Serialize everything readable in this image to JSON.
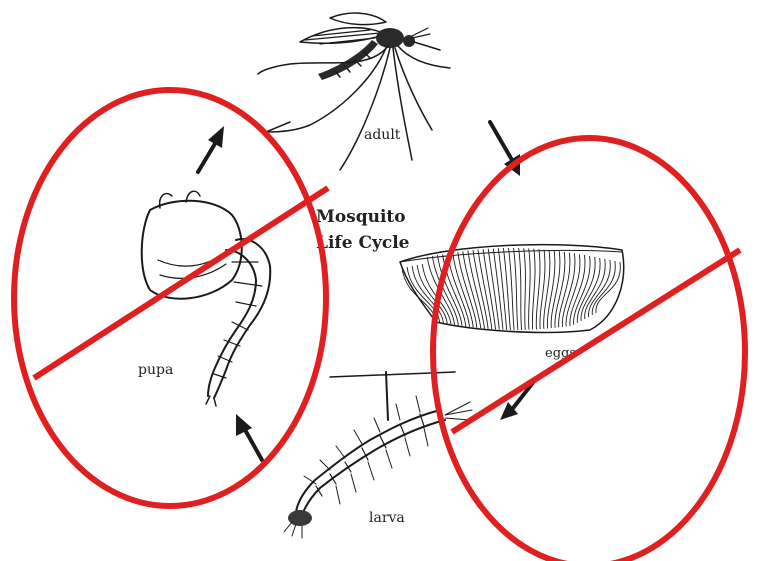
{
  "diagram": {
    "title_line1": "Mosquito",
    "title_line2": "Life Cycle",
    "stages": {
      "adult": "adult",
      "eggs": "eggs",
      "larva": "larva",
      "pupa": "pupa"
    }
  },
  "overlay": {
    "mark_color": "#e02020",
    "marks": [
      "crossed-out-pupa",
      "crossed-out-eggs"
    ]
  }
}
